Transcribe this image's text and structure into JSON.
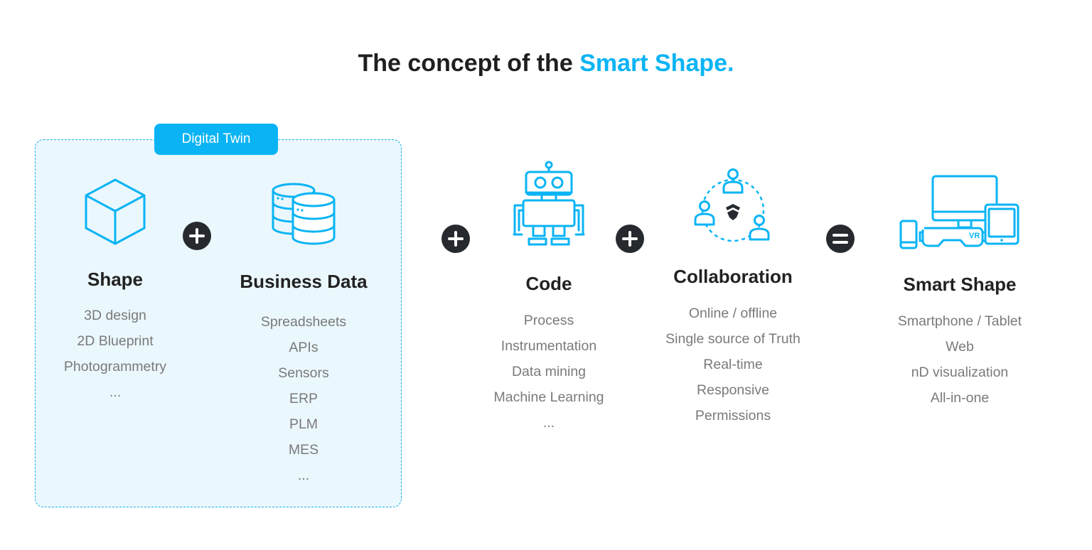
{
  "title": {
    "prefix": "The concept of the ",
    "highlight": "Smart Shape."
  },
  "colors": {
    "accent": "#0ab4f4",
    "dark": "#262a2e",
    "muted": "#7a7a7a",
    "box_fill": "#eaf7fd"
  },
  "badge": {
    "label": "Digital Twin"
  },
  "columns": {
    "shape": {
      "icon": "cube-icon",
      "title": "Shape",
      "items": [
        "3D design",
        "2D Blueprint",
        "Photogrammetry",
        "..."
      ]
    },
    "business": {
      "icon": "database-icon",
      "title": "Business Data",
      "items": [
        "Spreadsheets",
        "APIs",
        "Sensors",
        "ERP",
        "PLM",
        "MES",
        "..."
      ]
    },
    "code": {
      "icon": "robot-icon",
      "title": "Code",
      "items": [
        "Process",
        "Instrumentation",
        "Data mining",
        "Machine Learning",
        "..."
      ]
    },
    "collab": {
      "icon": "collaboration-icon",
      "title": "Collaboration",
      "items": [
        "Online / offline",
        "Single source of Truth",
        "Real-time",
        "Responsive",
        "Permissions"
      ]
    },
    "smart": {
      "icon": "devices-icon",
      "title": "Smart Shape",
      "items": [
        "Smartphone / Tablet",
        "Web",
        "nD visualization",
        "All-in-one"
      ],
      "vr_label": "VR"
    }
  },
  "operators": [
    "plus-icon",
    "plus-icon",
    "plus-icon",
    "equals-icon"
  ]
}
